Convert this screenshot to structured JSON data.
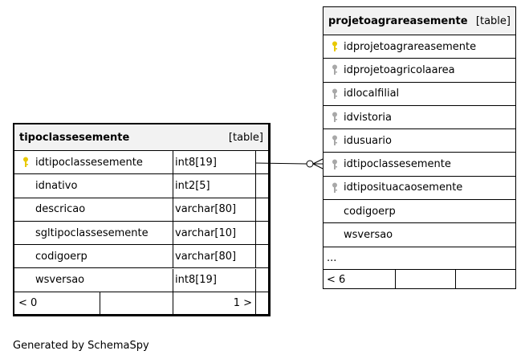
{
  "tables": {
    "tipoclassesemente": {
      "name": "tipoclassesemente",
      "tag": "[table]",
      "columns": [
        {
          "name": "idtipoclassesemente",
          "type": "int8[19]",
          "key": "primary-key-icon"
        },
        {
          "name": "idnativo",
          "type": "int2[5]",
          "key": ""
        },
        {
          "name": "descricao",
          "type": "varchar[80]",
          "key": ""
        },
        {
          "name": "sgltipoclassesemente",
          "type": "varchar[10]",
          "key": ""
        },
        {
          "name": "codigoerp",
          "type": "varchar[80]",
          "key": ""
        },
        {
          "name": "wsversao",
          "type": "int8[19]",
          "key": ""
        }
      ],
      "footer": {
        "left": "< 0",
        "right": "1 >"
      }
    },
    "projetoagrareasemente": {
      "name": "projetoagrareasemente",
      "tag": "[table]",
      "columns": [
        {
          "name": "idprojetoagrareasemente",
          "key": "primary-key-icon"
        },
        {
          "name": "idprojetoagricolaarea",
          "key": "foreign-key-icon"
        },
        {
          "name": "idlocalfilial",
          "key": "foreign-key-icon"
        },
        {
          "name": "idvistoria",
          "key": "foreign-key-icon"
        },
        {
          "name": "idusuario",
          "key": "foreign-key-icon"
        },
        {
          "name": "idtipoclassesemente",
          "key": "foreign-key-icon"
        },
        {
          "name": "idtiposituacaosemente",
          "key": "foreign-key-icon"
        },
        {
          "name": "codigoerp",
          "key": ""
        },
        {
          "name": "wsversao",
          "key": ""
        }
      ],
      "more": "...",
      "footer": {
        "left": "< 6"
      }
    }
  },
  "colors": {
    "primary_key": "#e8c800",
    "foreign_key": "#a8a8a8",
    "header_bg": "#f2f2f2"
  },
  "generated_by": "Generated by SchemaSpy"
}
